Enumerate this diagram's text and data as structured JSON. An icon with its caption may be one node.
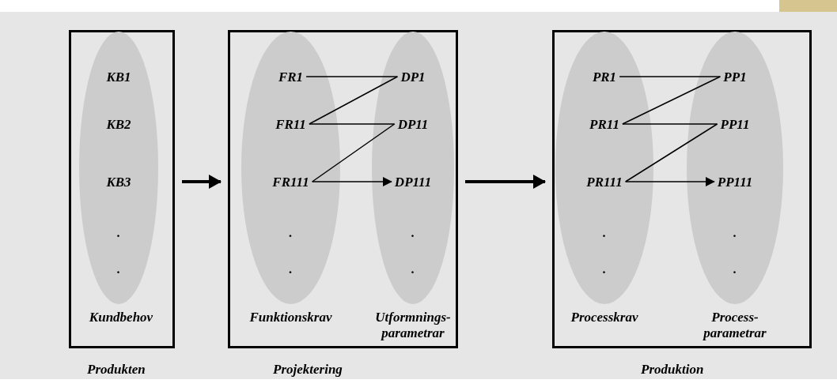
{
  "diagram": {
    "nodes": [
      {
        "text": [],
        "shape": "box",
        "beside": [
          "Produkten"
        ]
      },
      {
        "text": [
          "Kundbehov"
        ],
        "in": 0
      },
      {
        "text": [
          "KB1"
        ],
        "in": 1
      },
      {
        "text": [
          "KB2"
        ],
        "in": 1
      },
      {
        "text": [
          "KB3"
        ],
        "in": 1
      },
      {
        "text": [
          "."
        ],
        "in": 1
      },
      {
        "text": [
          "."
        ],
        "in": 1
      },
      {
        "text": [],
        "shape": "box",
        "beside": [
          "Projektering"
        ]
      },
      {
        "text": [
          "Funktionskrav"
        ],
        "in": 7
      },
      {
        "text": [
          "FR1"
        ],
        "in": 8
      },
      {
        "text": [
          "FR11"
        ],
        "in": 8
      },
      {
        "text": [
          "FR111"
        ],
        "in": 8
      },
      {
        "text": [
          "."
        ],
        "in": 8
      },
      {
        "text": [
          "."
        ],
        "in": 8
      },
      {
        "text": [
          "Utformnings- parametrar"
        ],
        "in": 7
      },
      {
        "text": [
          "DP1"
        ],
        "in": 14
      },
      {
        "text": [
          "DP11"
        ],
        "in": 14
      },
      {
        "text": [
          "DP111"
        ],
        "in": 14
      },
      {
        "text": [
          "."
        ],
        "in": 14
      },
      {
        "text": [
          "."
        ],
        "in": 14
      },
      {
        "text": [],
        "shape": "box",
        "beside": [
          "Produktion"
        ]
      },
      {
        "text": [
          "Processkrav"
        ],
        "in": 20
      },
      {
        "text": [
          "PR1"
        ],
        "in": 21
      },
      {
        "text": [
          "PR11"
        ],
        "in": 21
      },
      {
        "text": [
          "PR111"
        ],
        "in": 21
      },
      {
        "text": [
          "."
        ],
        "in": 21
      },
      {
        "text": [
          "."
        ],
        "in": 21
      },
      {
        "text": [
          "Process- parametrar"
        ],
        "in": 20
      },
      {
        "text": [
          "PP1"
        ],
        "in": 27
      },
      {
        "text": [
          "PP11"
        ],
        "in": 27
      },
      {
        "text": [
          "PP111"
        ],
        "in": 27
      },
      {
        "text": [
          "."
        ],
        "in": 27
      },
      {
        "text": [
          "."
        ],
        "in": 27
      }
    ],
    "edges": [
      {
        "from": 0,
        "to": 7,
        "arrow": "to",
        "style": "thick"
      },
      {
        "from": 7,
        "to": 20,
        "arrow": "to",
        "style": "thick"
      },
      {
        "from": 9,
        "to": 15,
        "arrow": "none"
      },
      {
        "from": 15,
        "to": 10,
        "arrow": "none"
      },
      {
        "from": 10,
        "to": 16,
        "arrow": "none"
      },
      {
        "from": 16,
        "to": 11,
        "arrow": "none"
      },
      {
        "from": 11,
        "to": 17,
        "arrow": "to"
      },
      {
        "from": 22,
        "to": 28,
        "arrow": "none"
      },
      {
        "from": 28,
        "to": 23,
        "arrow": "none"
      },
      {
        "from": 23,
        "to": 29,
        "arrow": "none"
      },
      {
        "from": 29,
        "to": 24,
        "arrow": "none"
      },
      {
        "from": 24,
        "to": 30,
        "arrow": "to"
      }
    ]
  }
}
